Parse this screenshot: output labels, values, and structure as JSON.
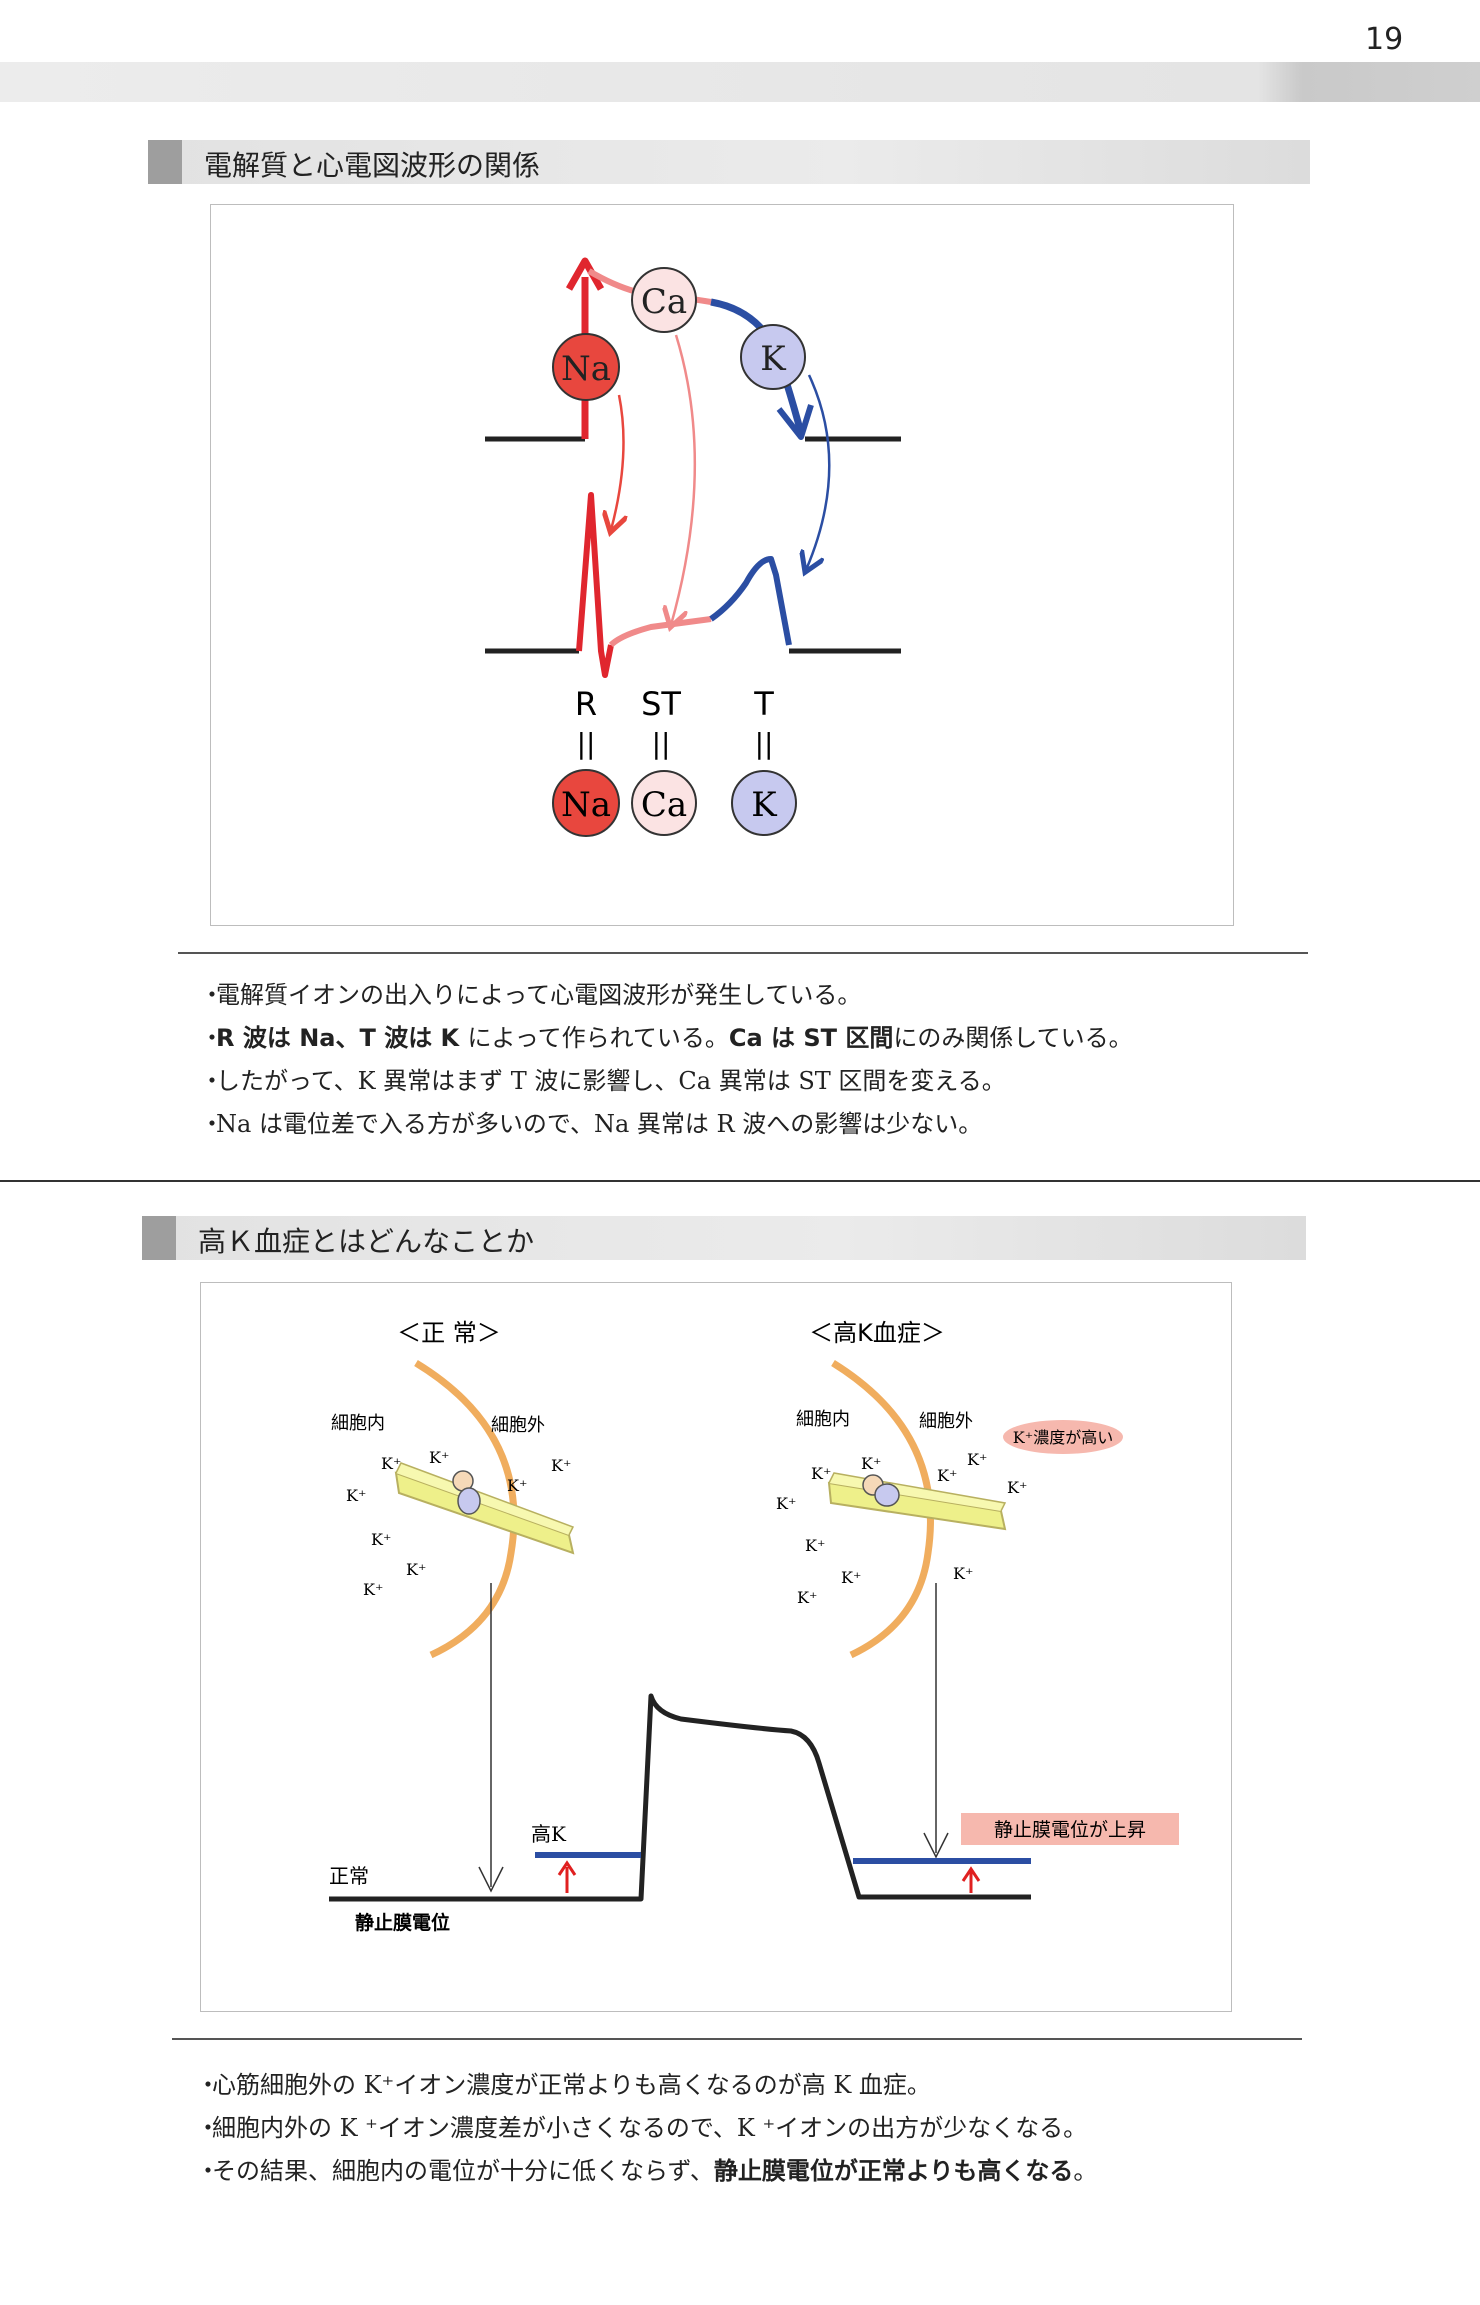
{
  "page_number": "19",
  "section1": {
    "title": "電解質と心電図波形の関係",
    "diagram": {
      "ions": {
        "na": "Na",
        "ca": "Ca",
        "k": "K"
      },
      "wave_labels": {
        "r": "R",
        "st": "ST",
        "t": "T",
        "eq": "||"
      },
      "colors": {
        "na": "#e8473e",
        "ca": "#f0a8a8",
        "k": "#2b4ea3",
        "k_fill": "#c7c9ef",
        "ca_fill": "#fbe3e3"
      }
    },
    "bullets": [
      {
        "parts": [
          {
            "t": "電解質イオンの出入りによって心電図波形が発生している。",
            "b": false
          }
        ]
      },
      {
        "parts": [
          {
            "t": "R 波は Na、T 波は K ",
            "b": true
          },
          {
            "t": "によって作られている。",
            "b": false
          },
          {
            "t": "Ca は ST 区間",
            "b": true
          },
          {
            "t": "にのみ関係している。",
            "b": false
          }
        ]
      },
      {
        "parts": [
          {
            "t": "したがって、K 異常はまず T 波に影響し、Ca 異常は ST 区間を変える。",
            "b": false
          }
        ]
      },
      {
        "parts": [
          {
            "t": "Na は電位差で入る方が多いので、Na 異常は R 波への影響は少ない。",
            "b": false
          }
        ]
      }
    ]
  },
  "section2": {
    "title": "高Ｋ血症とはどんなことか",
    "diagram": {
      "normal_title": "＜正 常＞",
      "hyperk_title": "＜高K血症＞",
      "intracellular": "細胞内",
      "extracellular": "細胞外",
      "k_ion": "K⁺",
      "k_conc_high": "K⁺濃度が高い",
      "label_normal": "正常",
      "label_highk": "高K",
      "label_resting": "静止膜電位",
      "label_rise": "静止膜電位が上昇",
      "colors": {
        "membrane": "#f0ad5e",
        "slide": "#eef08a",
        "baseline_high": "#2b4ea3",
        "arrow": "#e02020",
        "note_bg": "#f6b8ae"
      }
    },
    "bullets": [
      {
        "parts": [
          {
            "t": "心筋細胞外の K⁺イオン濃度が正常よりも高くなるのが高 K 血症。",
            "b": false
          }
        ]
      },
      {
        "parts": [
          {
            "t": "細胞内外の K ⁺イオン濃度差が小さくなるので、K ⁺イオンの出方が少なくなる。",
            "b": false
          }
        ]
      },
      {
        "parts": [
          {
            "t": "その結果、細胞内の電位が十分に低くならず、",
            "b": false
          },
          {
            "t": "静止膜電位が正常よりも高くなる",
            "b": true
          },
          {
            "t": "。",
            "b": false
          }
        ]
      }
    ]
  }
}
